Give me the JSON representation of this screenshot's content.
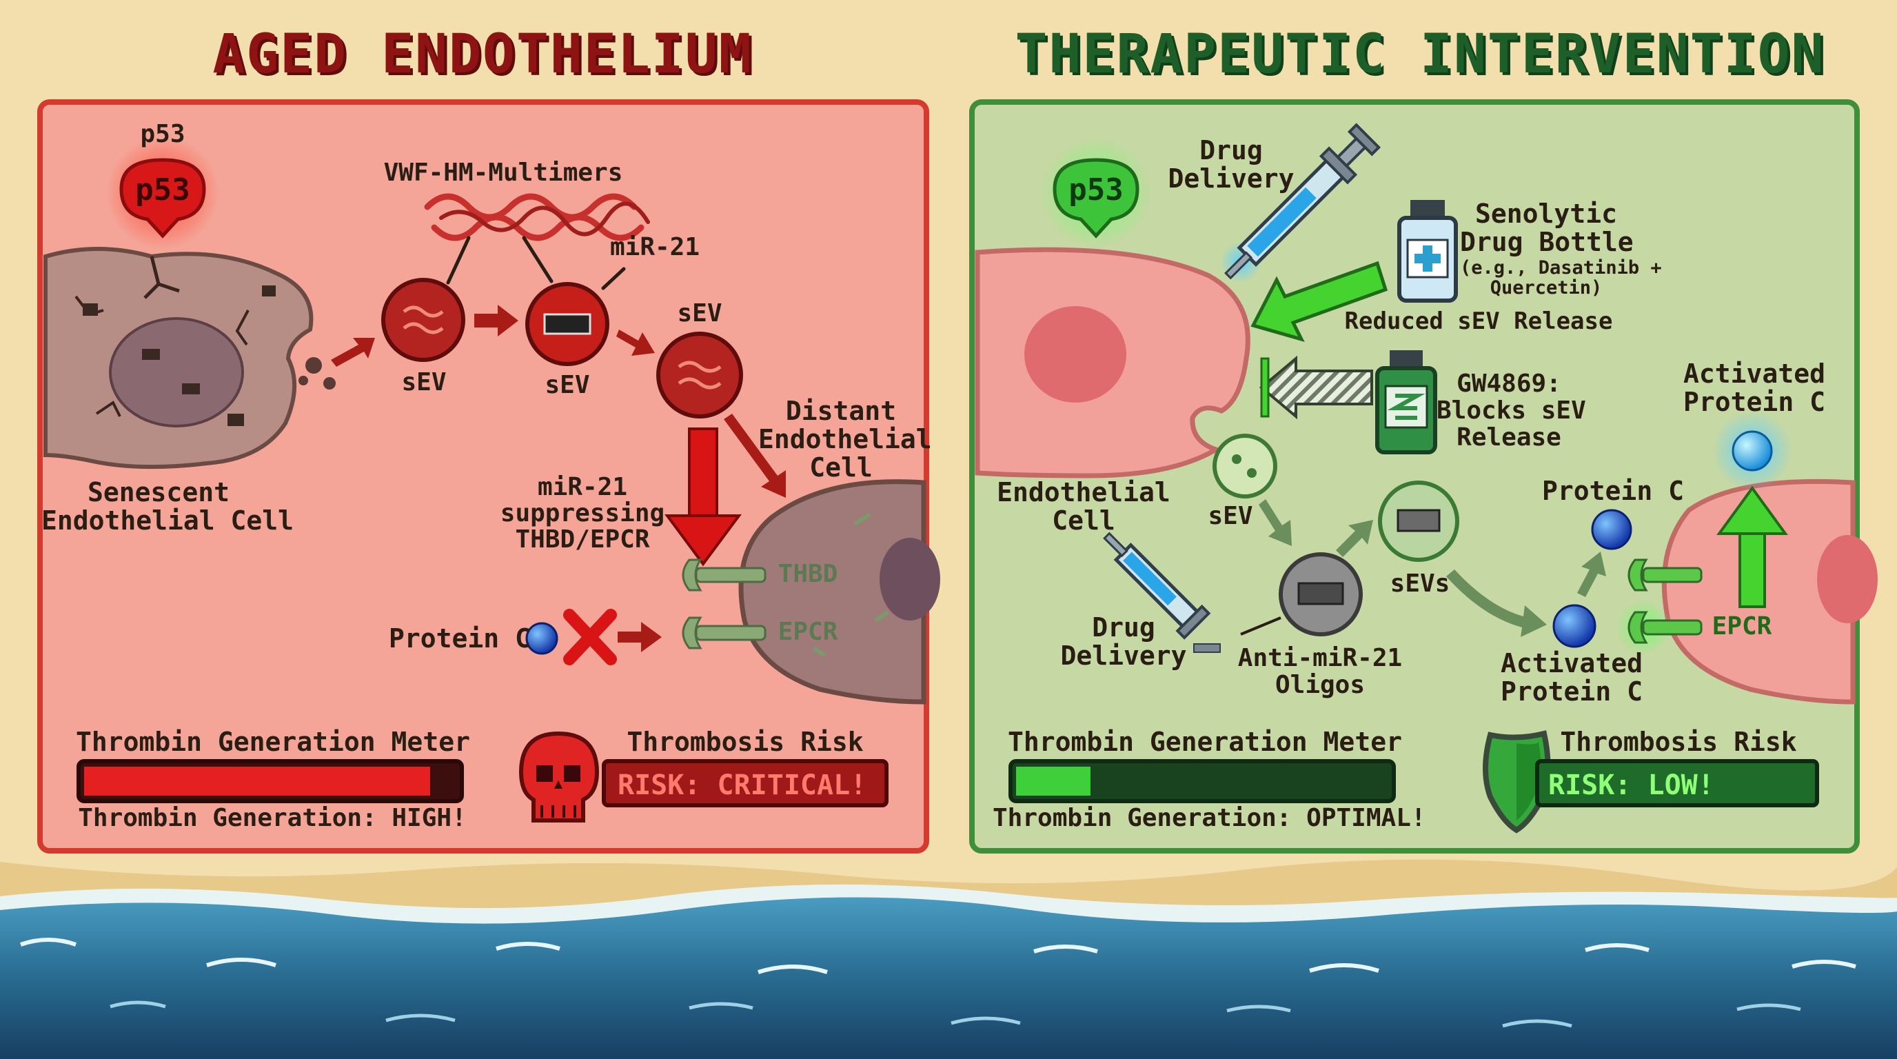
{
  "panels": {
    "aged": {
      "title": "AGED ENDOTHELIUM",
      "p53_label": "p53",
      "p53_badge": "p53",
      "vwf_label": "VWF-HM-Multimers",
      "mir21_label": "miR-21",
      "sev_labels": [
        "sEV",
        "sEV",
        "sEV"
      ],
      "senescent_cell": [
        "Senescent",
        "Endothelial Cell"
      ],
      "distant_cell": [
        "Distant",
        "Endothelial",
        "Cell"
      ],
      "mir21_suppressing": [
        "miR-21",
        "suppressing",
        "THBD/EPCR"
      ],
      "thbd_label": "THBD",
      "epcr_label": "EPCR",
      "protein_c_label": "Protein C",
      "meter_title": "Thrombin Generation Meter",
      "meter_status": "Thrombin Generation: HIGH!",
      "meter_level": 0.93,
      "risk_title": "Thrombosis Risk",
      "risk_value": "RISK: CRITICAL!"
    },
    "therapy": {
      "title": "THERAPEUTIC INTERVENTION",
      "p53_badge": "p53",
      "drug_delivery_top": [
        "Drug",
        "Delivery"
      ],
      "senolytic": [
        "Senolytic",
        "Drug Bottle"
      ],
      "senolytic_example": [
        "(e.g., Dasatinib +",
        "Quercetin)"
      ],
      "reduced_sev": "Reduced sEV Release",
      "gw4869": [
        "GW4869:",
        "Blocks sEV",
        "Release"
      ],
      "activated_protein_c_top": [
        "Activated",
        "Protein C"
      ],
      "protein_c_label": "Protein C",
      "endothelial_cell": [
        "Endothelial",
        "Cell"
      ],
      "sev_label": "sEV",
      "sevs_label": "sEVs",
      "drug_delivery_bottom": [
        "Drug",
        "Delivery"
      ],
      "anti_mir21": [
        "Anti-miR-21",
        "Oligos"
      ],
      "activated_protein_c_bottom": [
        "Activated",
        "Protein C"
      ],
      "epcr_label": "EPCR",
      "meter_title": "Thrombin Generation Meter",
      "meter_status": "Thrombin Generation: OPTIMAL!",
      "meter_level": 0.2,
      "risk_title": "Thrombosis Risk",
      "risk_value": "RISK: LOW!"
    }
  },
  "colors": {
    "aged_panel": "#f4a597",
    "aged_border": "#d43a2e",
    "therapy_panel": "#c6d8a4",
    "therapy_border": "#3f8f3a",
    "sand": "#f3dfae",
    "sea": "#2b6f95"
  }
}
